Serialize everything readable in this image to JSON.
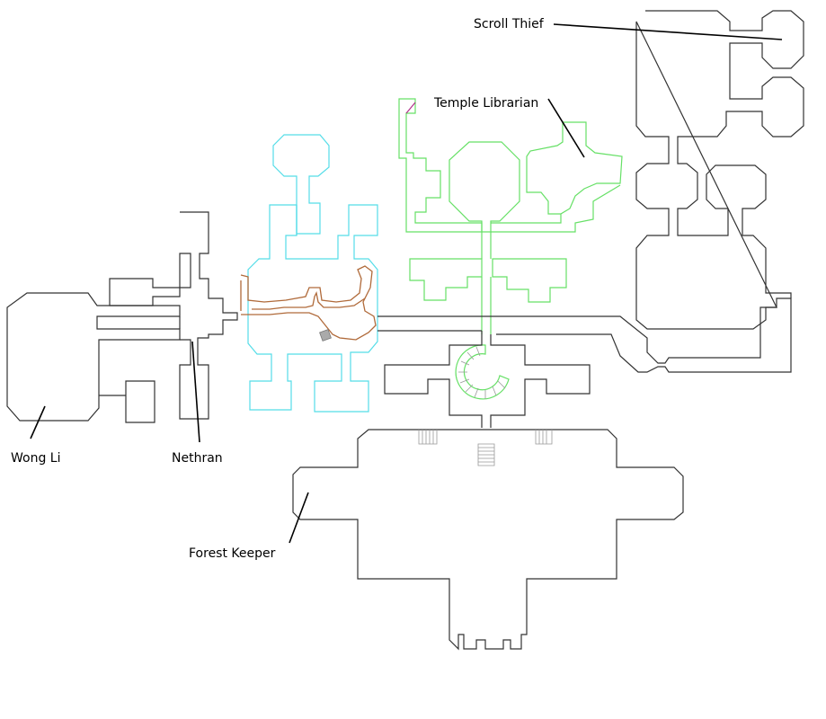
{
  "map": {
    "labels": {
      "scroll_thief": "Scroll Thief",
      "temple_librarian": "Temple Librarian",
      "wong_li": "Wong Li",
      "nethran": "Nethran",
      "forest_keeper": "Forest Keeper"
    },
    "colors": {
      "wall": "#333333",
      "cyan_zone": "#55dde8",
      "green_zone": "#66e066",
      "brown_path": "#b06a3a",
      "magenta_marker": "#b0308a"
    }
  }
}
